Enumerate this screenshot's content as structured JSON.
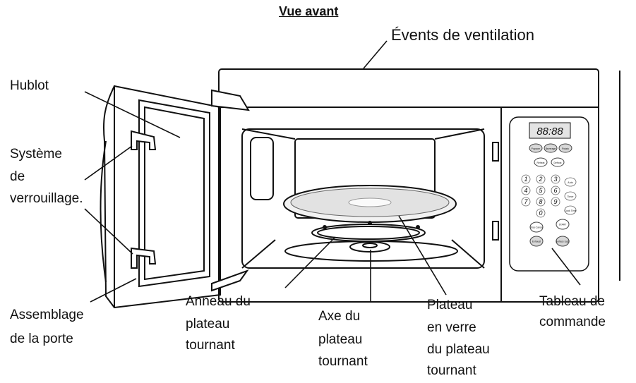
{
  "title": "Vue avant",
  "labels": {
    "vents": "Évents de ventilation",
    "window": "Hublot",
    "latch": [
      "Système",
      "de",
      "verrouillage."
    ],
    "door": [
      "Assemblage",
      "de la porte"
    ],
    "ring": [
      "Anneau du",
      "plateau",
      "tournant"
    ],
    "axle": [
      "Axe du",
      "plateau",
      "tournant"
    ],
    "glass": [
      "Plateau",
      "en verre",
      "du  plateau",
      "tournant"
    ],
    "panel": [
      "Tableau de",
      "commande"
    ]
  },
  "control_panel": {
    "display": "88:88",
    "top_buttons": [
      "Popcorn",
      "Beverage",
      "Potato"
    ],
    "mid_buttons": [
      "Reheat",
      "Defrost"
    ],
    "keypad": [
      "1",
      "2",
      "3",
      "4",
      "5",
      "6",
      "7",
      "8",
      "9",
      "0"
    ],
    "side_keys": [
      "Auto",
      "Timer",
      "Cook Time"
    ],
    "bottom_buttons": [
      "Stop Cancel",
      "START",
      "Exhaust",
      "Surface Light"
    ]
  }
}
